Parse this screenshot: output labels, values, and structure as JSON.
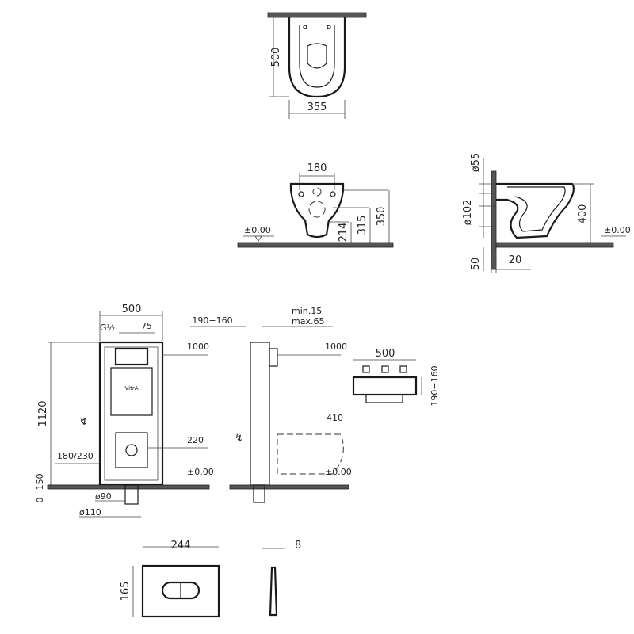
{
  "views": {
    "top": {
      "depth": "500",
      "width": "355"
    },
    "front": {
      "hole_spacing": "180",
      "h1": "214",
      "h2": "315",
      "h3": "350",
      "floor": "±0.00"
    },
    "side": {
      "d55": "ø55",
      "d102": "ø102",
      "height": "400",
      "floor": "±0.00",
      "d50": "50",
      "d20": "20"
    },
    "frame_front": {
      "width": "500",
      "inlet": "G½",
      "inlet_offset": "75",
      "height": "1120",
      "level_1000": "1000",
      "level_220": "220",
      "level_floor": "±0.00",
      "range_180_230": "180/230",
      "range_0_150": "0−150",
      "dia_90": "ø90",
      "dia_110": "ø110",
      "brand": "VitrA"
    },
    "frame_side": {
      "depth_range": "190−160",
      "min": "min.15",
      "max": "max.65",
      "level_1000": "1000",
      "level_410": "410",
      "level_floor": "±0.00"
    },
    "frame_top": {
      "width": "500",
      "depth": "190−160"
    },
    "plate": {
      "width": "244",
      "height": "165",
      "thickness": "8"
    }
  }
}
